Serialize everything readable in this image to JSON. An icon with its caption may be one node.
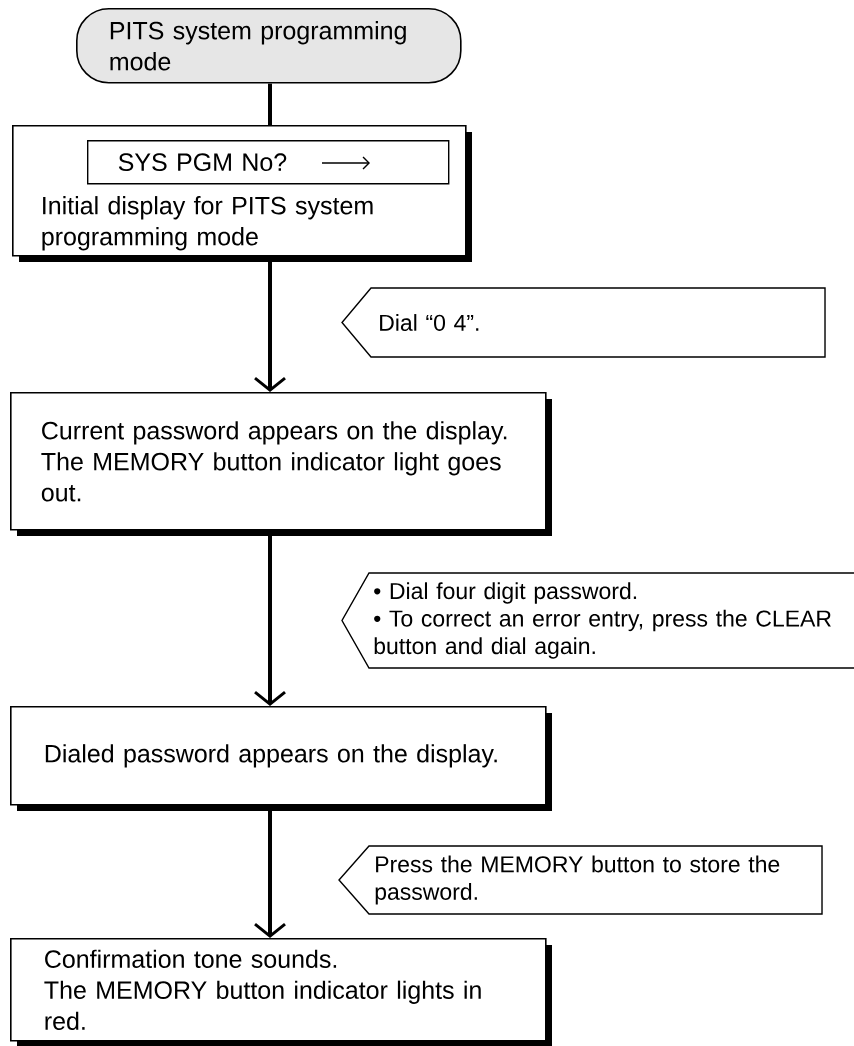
{
  "diagram": {
    "nodes": [
      {
        "text": [
          "PITS system programming mode"
        ]
      },
      {
        "text": [
          "Initial display for PITS system programming mode"
        ]
      },
      {
        "text": [
          "SYS PGM No?"
        ],
        "in": 1
      },
      {
        "text": [
          "Dial “0 4”."
        ]
      },
      {
        "text": [
          "Current password appears on the display.",
          "The MEMORY button indicator light goes out."
        ]
      },
      {
        "text": [
          "• Dial four digit password.",
          "• To correct an error entry, press the CLEAR button and dial again."
        ]
      },
      {
        "text": [
          "Dialed password appears on the display."
        ]
      },
      {
        "text": [
          "Press the MEMORY button to store the password."
        ]
      },
      {
        "text": [
          "Confirmation tone sounds.",
          "The MEMORY button indicator lights in red."
        ]
      }
    ],
    "edges": [
      {
        "from": 0,
        "to": 1,
        "arrow": "none"
      },
      {
        "from": 1,
        "to": 4,
        "arrow": "to"
      },
      {
        "from": 4,
        "to": 6,
        "arrow": "to"
      },
      {
        "from": 6,
        "to": 8,
        "arrow": "to"
      }
    ]
  }
}
